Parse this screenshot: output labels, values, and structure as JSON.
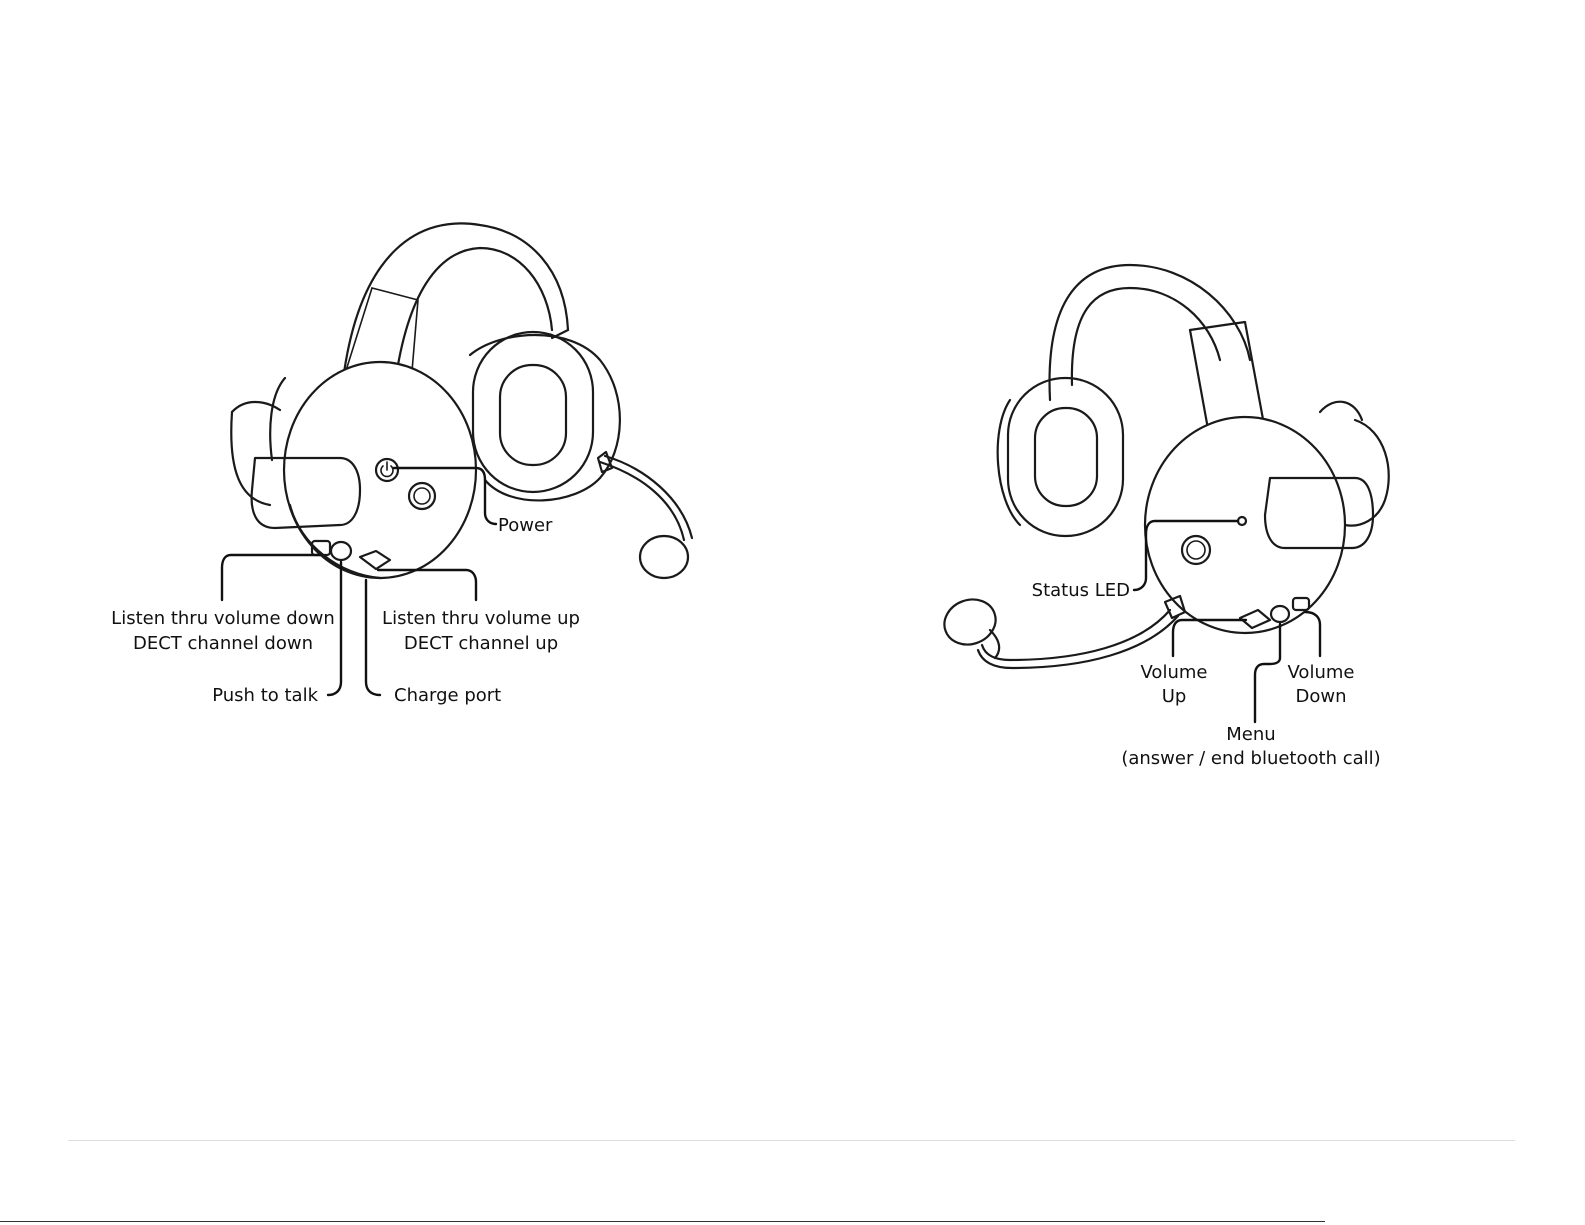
{
  "left_headset": {
    "labels": {
      "power": "Power",
      "listen_down_1": "Listen thru volume down",
      "listen_down_2": "DECT channel down",
      "listen_up_1": "Listen thru volume up",
      "listen_up_2": "DECT channel up",
      "push_to_talk": "Push to talk",
      "charge_port": "Charge port"
    },
    "icons": [
      "headband-icon",
      "ear-cup-icon",
      "microphone-boom-icon",
      "power-button-icon"
    ]
  },
  "right_headset": {
    "labels": {
      "status_led": "Status LED",
      "volume_up_1": "Volume",
      "volume_up_2": "Up",
      "volume_down_1": "Volume",
      "volume_down_2": "Down",
      "menu_1": "Menu",
      "menu_2": "(answer / end bluetooth call)"
    },
    "icons": [
      "headband-icon",
      "ear-cup-icon",
      "microphone-boom-icon",
      "status-led-icon"
    ]
  },
  "colors": {
    "ink": "#1a1a1a",
    "background": "#ffffff"
  }
}
